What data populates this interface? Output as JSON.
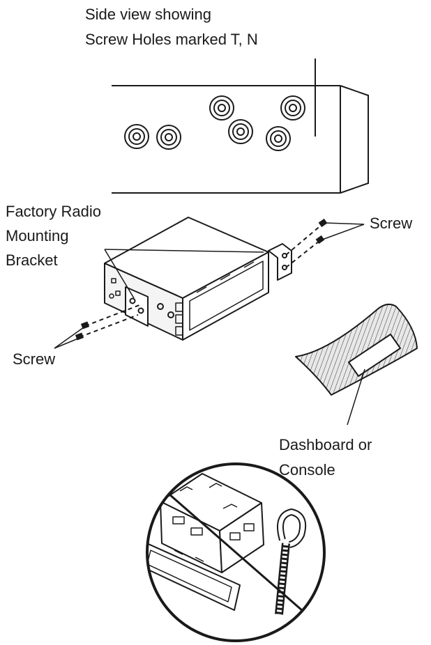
{
  "labels": {
    "side_view_line1": "Side view showing",
    "side_view_line2": "Screw Holes marked T, N",
    "bracket_line1": "Factory Radio",
    "bracket_line2": "Mounting",
    "bracket_line3": "Bracket",
    "screw_right": "Screw",
    "screw_left": "Screw",
    "dashboard_line1": "Dashboard or",
    "dashboard_line2": "Console"
  },
  "colors": {
    "line": "#1a1a1a",
    "fill_gray": "#d9d9d9",
    "background": "#ffffff"
  }
}
